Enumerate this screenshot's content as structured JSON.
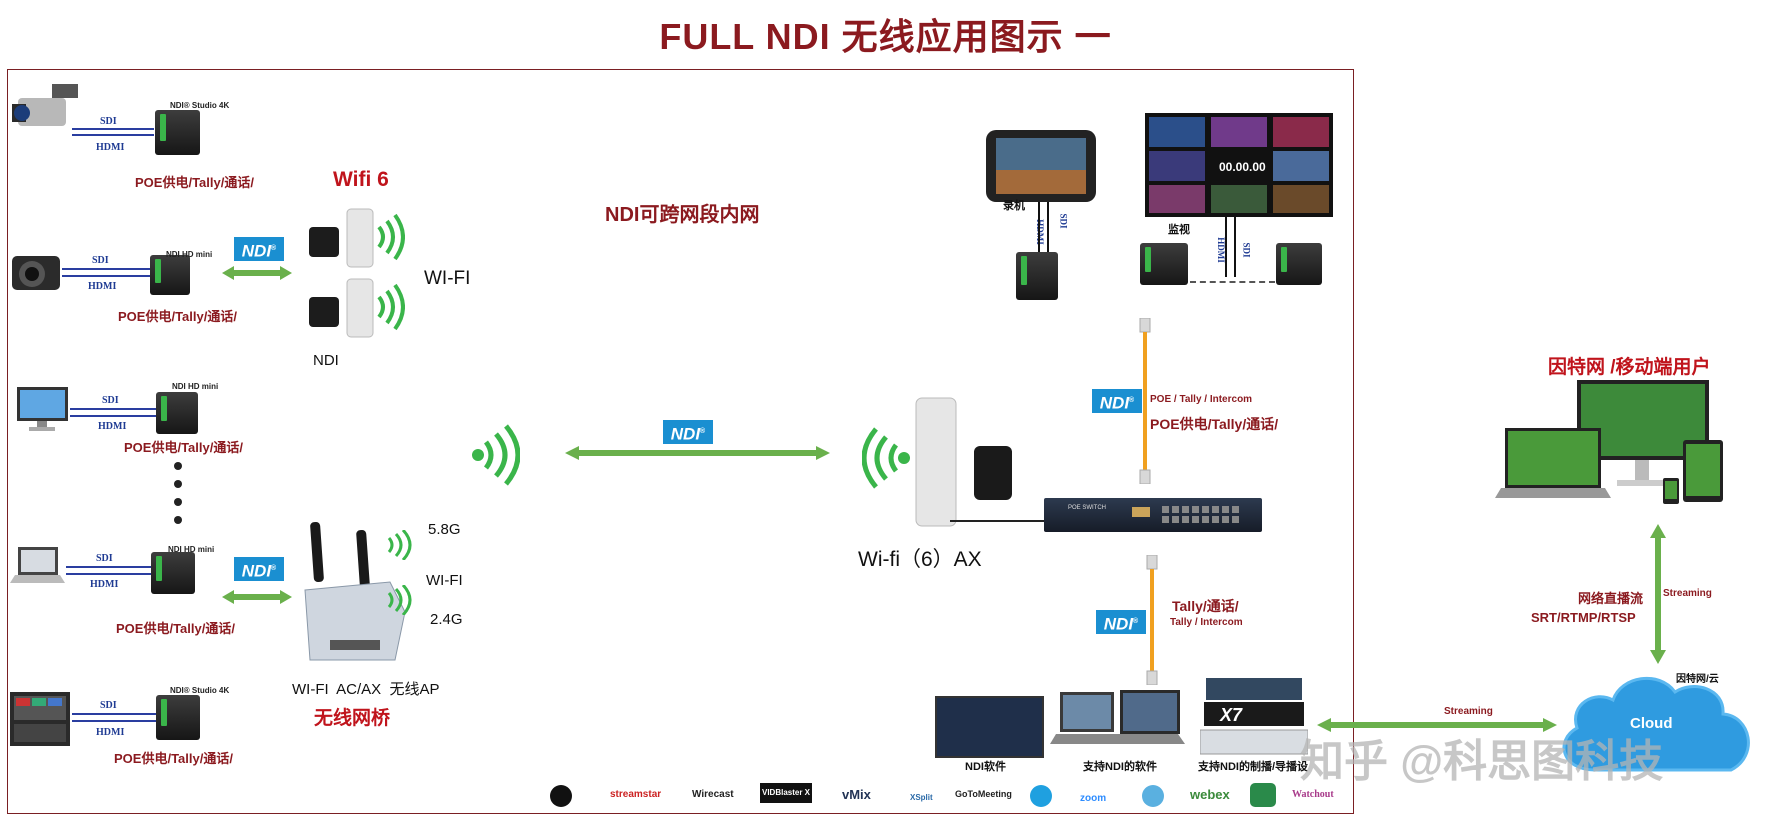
{
  "title": "FULL NDI 无线应用图示 一",
  "left_devices": [
    {
      "device_label": "NDI® Studio 4K",
      "power_label": "POE供电/Tally/通话/"
    },
    {
      "device_label": "NDI HD mini",
      "power_label": "POE供电/Tally/通话/"
    },
    {
      "device_label": "NDI HD mini",
      "power_label": "POE供电/Tally/通话/"
    },
    {
      "device_label": "NDI HD mini",
      "power_label": "POE供电/Tally/通话/"
    },
    {
      "device_label": "NDI® Studio 4K",
      "power_label": "POE供电/Tally/通话/"
    }
  ],
  "cables": {
    "sdi": "SDI",
    "hdmi": "HDMI"
  },
  "ndi_logo": "NDI",
  "wifi6": {
    "title": "Wifi 6",
    "wifi_label": "WI-FI",
    "ndi_label": "NDI"
  },
  "cross_segment": "NDI可跨网段内网",
  "ap": {
    "band_58": "5.8G",
    "wifi": "WI-FI",
    "band_24": "2.4G",
    "caption": "WI-FI  AC/AX  无线AP",
    "bridge": "无线网桥"
  },
  "wifi6ax": {
    "label": "Wi-fi（6）AX"
  },
  "recorder": {
    "label": "录机"
  },
  "monitor": {
    "label": "监视",
    "timer": "00.00.00"
  },
  "poe_link": {
    "small": "POE / Tally / Intercom",
    "big": "POE供电/Tally/通话/"
  },
  "switch_label": "POE SWITCH",
  "tally_link": {
    "big": "Tally/通话/",
    "small": "Tally / Intercom"
  },
  "bottom_labels": {
    "software": "NDI软件",
    "supported_software": "支持NDI的软件",
    "production": "支持NDI的制播/导播设"
  },
  "x7_label": "X7",
  "streaming_label": "Streaming",
  "internet": {
    "title": "因特网 /移动端用户",
    "stream_label": "网络直播流",
    "protocols": "SRT/RTMP/RTSP",
    "streaming": "Streaming",
    "cloud_label": "因特网/云",
    "cloud": "Cloud"
  },
  "software_logos": [
    "streamstar",
    "Wirecast",
    "VIDBlaster X",
    "vMix",
    "XSplit",
    "GoToMeeting",
    "zoom",
    "webex",
    "Watchout"
  ],
  "watermark": "知乎 @科思图科技",
  "colors": {
    "title": "#8b1a1f",
    "ndi_blue": "#1a8fd1",
    "arrow_green": "#6ab04c",
    "cable_orange": "#f0a020"
  }
}
